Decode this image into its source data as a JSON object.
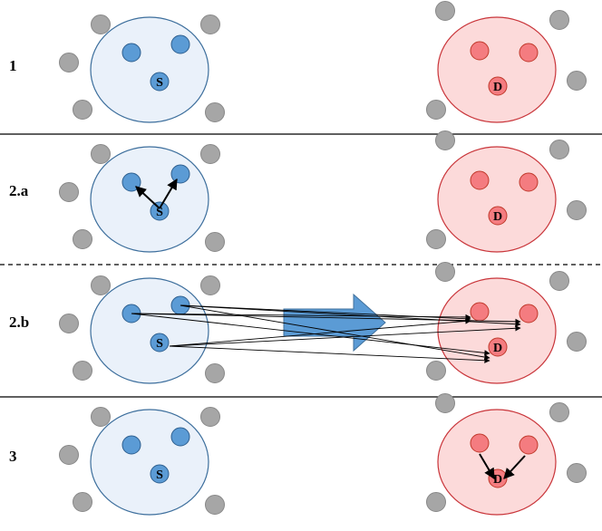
{
  "steps": [
    {
      "label": "1"
    },
    {
      "label": "2.a"
    },
    {
      "label": "2.b"
    },
    {
      "label": "3"
    }
  ],
  "source_label": "S",
  "dest_label": "D",
  "colors": {
    "source_cluster_fill": "#eaf1fa",
    "source_cluster_stroke": "#3c6e9c",
    "source_node": "#5b9bd5",
    "dest_cluster_fill": "#fcdada",
    "dest_cluster_stroke": "#c9353a",
    "dest_node": "#f47c80",
    "outside_node": "#a6a6a6",
    "big_arrow": "#5b9bd5"
  }
}
